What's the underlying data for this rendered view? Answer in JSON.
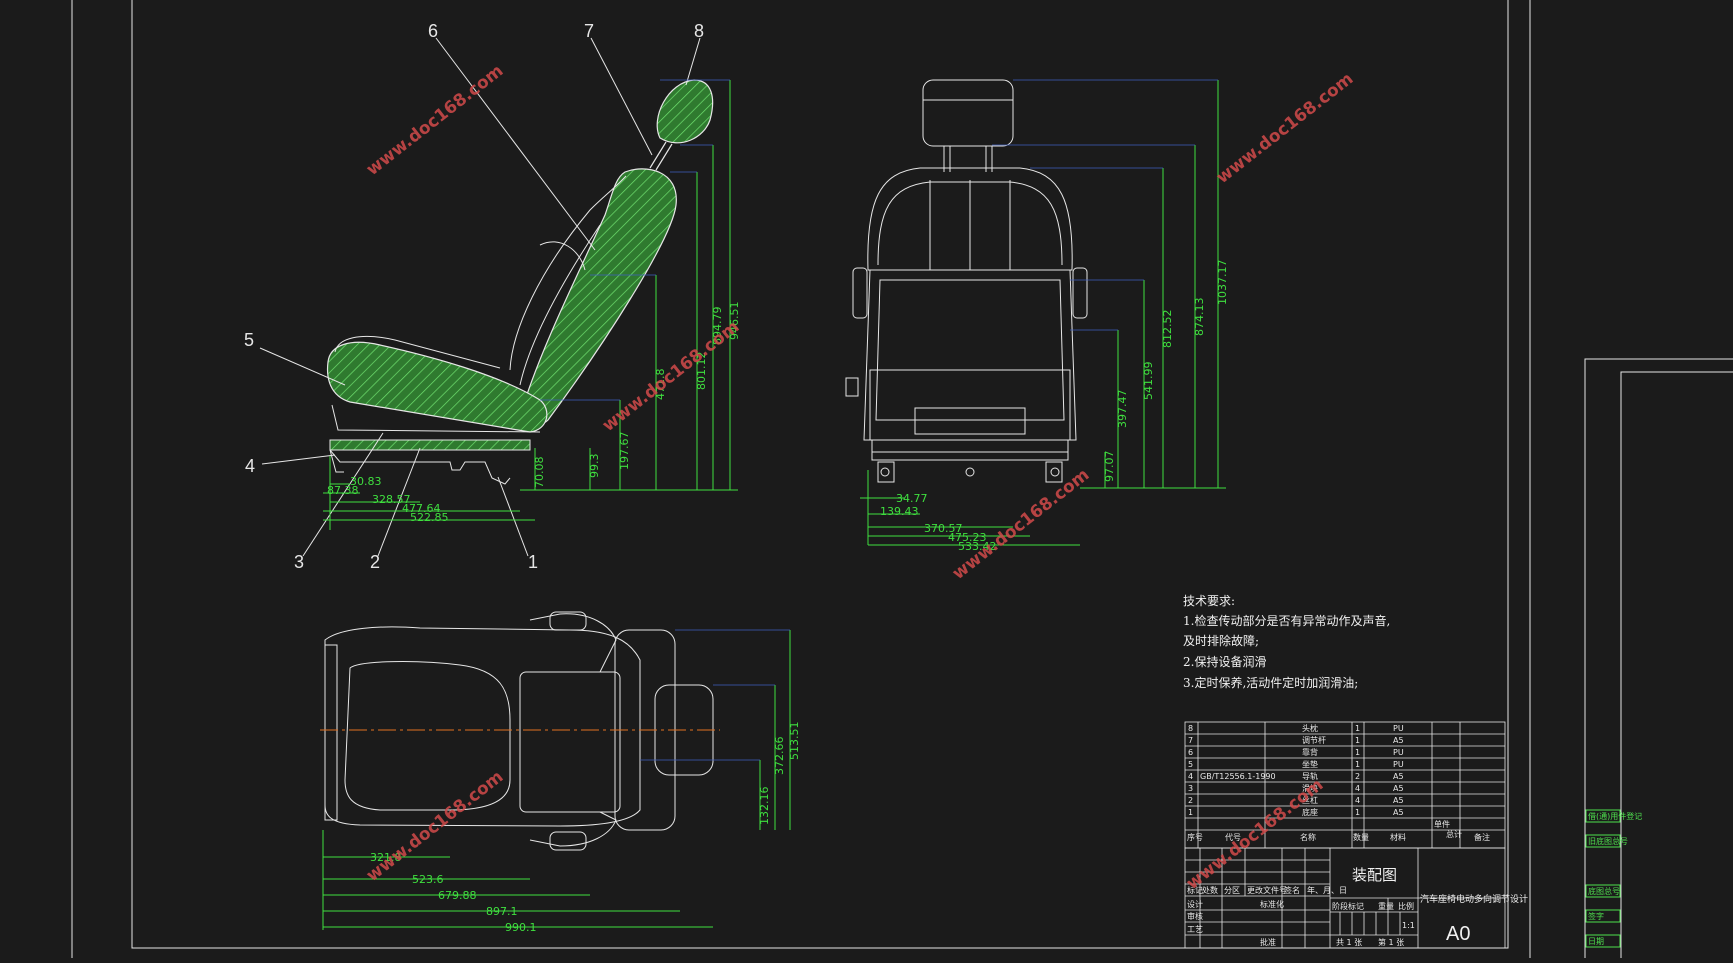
{
  "colors": {
    "background": "#1b1b1b",
    "outline": "#e6e6e6",
    "dimension": "#3fdf3f",
    "section_fill": "#2f7a2f",
    "centerline": "#e07020",
    "extension": "#4060c0",
    "watermark": "#d24a4a"
  },
  "watermark": "www.doc168.com",
  "side_view": {
    "balloons": [
      "1",
      "2",
      "3",
      "4",
      "5",
      "6",
      "7",
      "8"
    ],
    "horizontal_dims": [
      "30.83",
      "87.38",
      "328.57",
      "477.64",
      "522.85"
    ],
    "vertical_dims": [
      "70.08",
      "99.3",
      "197.67",
      "471.8",
      "801.12",
      "894.79",
      "946.51"
    ]
  },
  "front_view": {
    "horizontal_dims": [
      "34.77",
      "139.43",
      "370.57",
      "475.23",
      "533.42"
    ],
    "vertical_dims": [
      "97.07",
      "397.47",
      "541.99",
      "812.52",
      "874.13",
      "1037.17"
    ]
  },
  "top_view": {
    "horizontal_dims": [
      "321.8",
      "523.6",
      "679.88",
      "897.1",
      "990.1"
    ],
    "vertical_dims": [
      "132.16",
      "372.66",
      "513.51"
    ]
  },
  "tech_requirements": {
    "title": "技术要求:",
    "items": [
      "1.检查传动部分是否有异常动作及声音,",
      "及时排除故障;",
      "2.保持设备润滑",
      "3.定时保养,活动件定时加润滑油;"
    ]
  },
  "bom": [
    {
      "no": "8",
      "code": "",
      "name": "头枕",
      "qty": "1",
      "mat": "PU"
    },
    {
      "no": "7",
      "code": "",
      "name": "调节杆",
      "qty": "1",
      "mat": "A5"
    },
    {
      "no": "6",
      "code": "",
      "name": "靠背",
      "qty": "1",
      "mat": "PU"
    },
    {
      "no": "5",
      "code": "",
      "name": "坐垫",
      "qty": "1",
      "mat": "PU"
    },
    {
      "no": "4",
      "code": "GB/T12556.1-1990",
      "name": "导轨",
      "qty": "2",
      "mat": "A5"
    },
    {
      "no": "3",
      "code": "",
      "name": "滑块",
      "qty": "4",
      "mat": "A5"
    },
    {
      "no": "2",
      "code": "",
      "name": "丝杠",
      "qty": "4",
      "mat": "A5"
    },
    {
      "no": "1",
      "code": "",
      "name": "底座",
      "qty": "1",
      "mat": "A5"
    }
  ],
  "bom_header": {
    "no": "序号",
    "code": "代号",
    "name": "名称",
    "qty": "数量",
    "mat": "材料",
    "unit_weight": "单件",
    "total_weight": "总计",
    "note": "备注"
  },
  "title_block": {
    "drawing_type": "装配图",
    "project": "汽车座椅电动多向调节设计",
    "scale": "1:1",
    "size": "A0",
    "sheet_total": "共 1 张",
    "sheet_no": "第 1 张",
    "rev_labels": [
      "标记",
      "处数",
      "分区",
      "更改文件号",
      "签名",
      "年、月、日"
    ],
    "role_labels": [
      "设计",
      "审核",
      "工艺",
      "标准化",
      "批准"
    ],
    "stage_labels": [
      "阶段标记",
      "重量",
      "比例"
    ]
  },
  "right_frame_labels": [
    "借(通)用件登记",
    "旧底图总号",
    "底图总号",
    "签字",
    "日期"
  ]
}
